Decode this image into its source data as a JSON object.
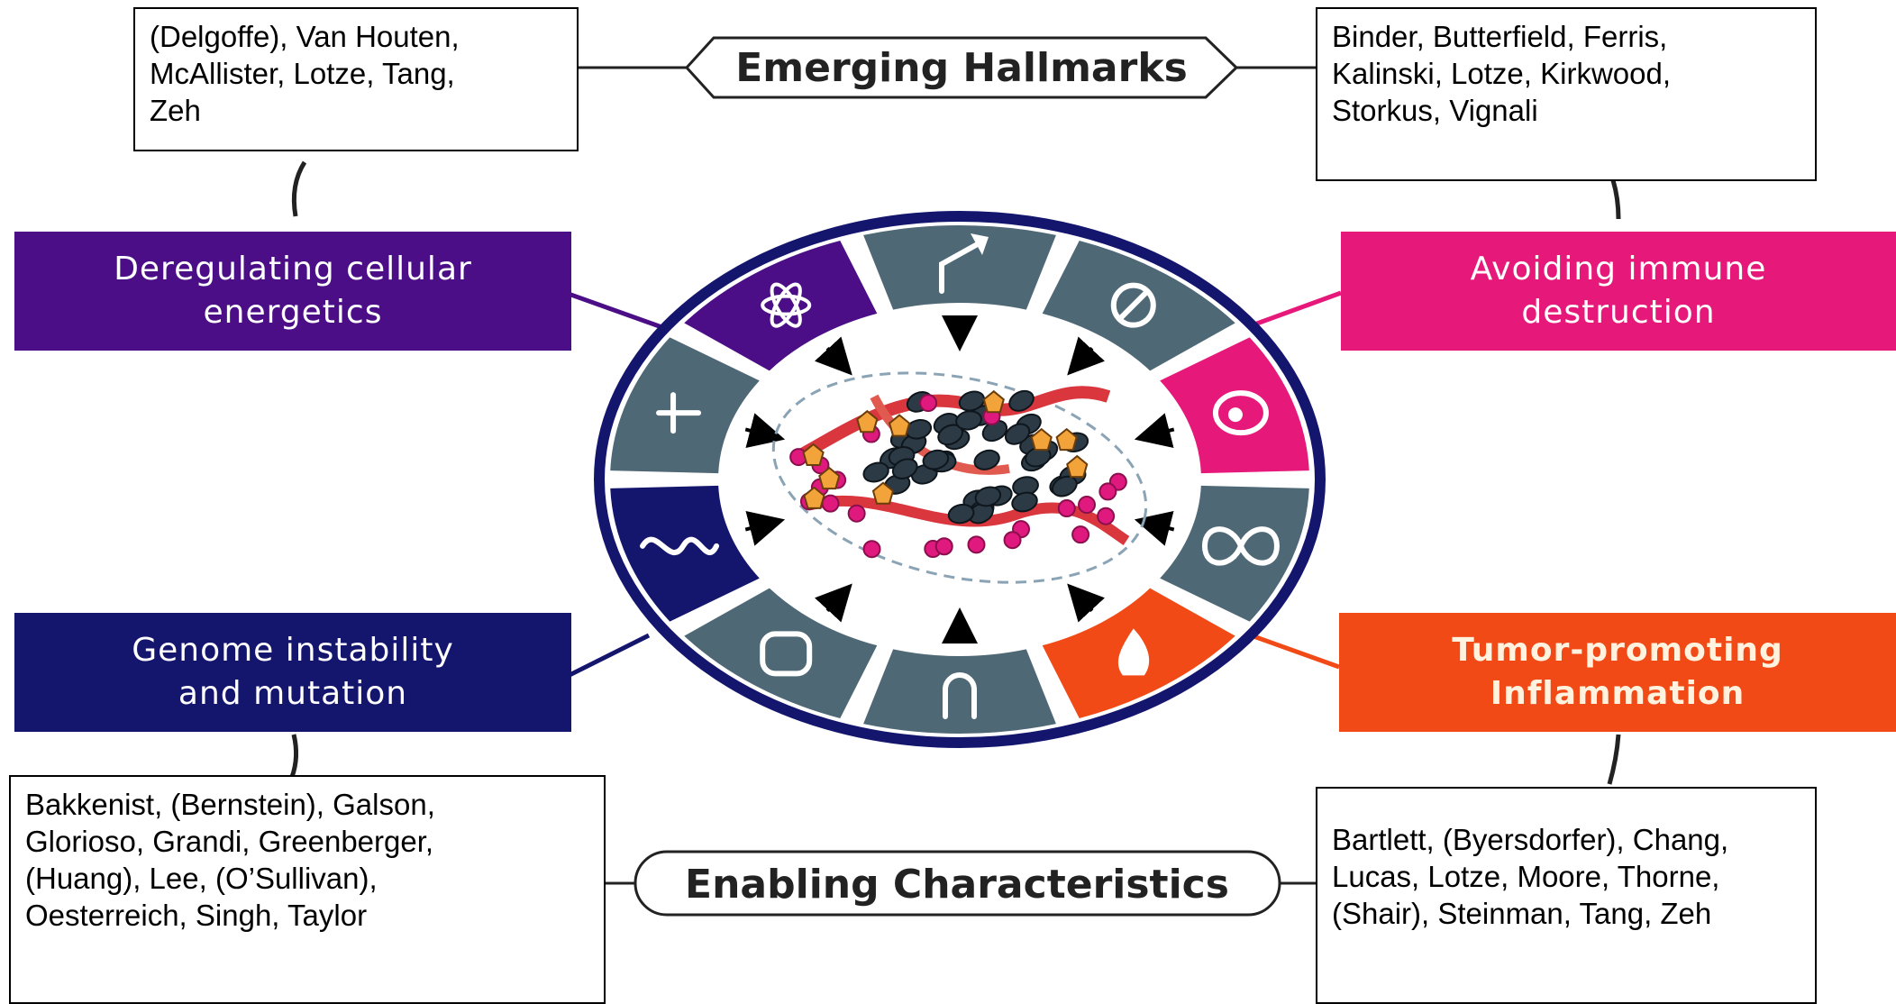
{
  "banners": {
    "top": "Emerging Hallmarks",
    "bottom": "Enabling Characteristics"
  },
  "hallmarks": {
    "energetics": {
      "label": "Deregulating cellular\nenergetics",
      "color": "#4B0E87"
    },
    "immune": {
      "label": "Avoiding immune\ndestruction",
      "color": "#E6197A"
    },
    "genome": {
      "label": "Genome instability\nand mutation",
      "color": "#14166E"
    },
    "inflammation": {
      "label": "Tumor-promoting\nInflammation",
      "color": "#F24A16"
    }
  },
  "investigators": {
    "top_left": "(Delgoffe), Van Houten,\nMcAllister, Lotze, Tang,\nZeh",
    "top_right": "Binder, Butterfield, Ferris,\nKalinski, Lotze, Kirkwood,\nStorkus, Vignali",
    "bottom_left": "Bakkenist, (Bernstein), Galson,\nGlorioso, Grandi, Greenberger,\n(Huang), Lee, (O’Sullivan),\nOesterreich, Singh, Taylor",
    "bottom_right": "Bartlett, (Byersdorfer), Chang,\nLucas, Lotze, Moore, Thorne,\n(Shair), Steinman, Tang, Zeh"
  },
  "wheel": {
    "ring_color": "#14166E",
    "segment_color": "#4F6875",
    "icons": [
      "growth-arrow-icon",
      "no-entry-icon",
      "immune-cell-icon",
      "infinity-icon",
      "flame-icon",
      "ghost-cell-icon",
      "vessel-icon",
      "dna-strand-icon",
      "plus-icon",
      "atom-icon"
    ]
  }
}
